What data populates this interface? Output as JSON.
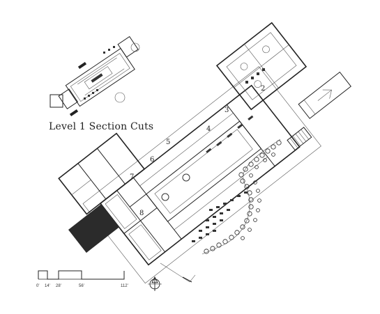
{
  "title": "Level 1 Section Cuts",
  "room_labels": [
    {
      "id": "room-2",
      "text": "2"
    },
    {
      "id": "room-3",
      "text": "3"
    },
    {
      "id": "room-4",
      "text": "4"
    },
    {
      "id": "room-5",
      "text": "5"
    },
    {
      "id": "room-6",
      "text": "6"
    },
    {
      "id": "room-7",
      "text": "7"
    },
    {
      "id": "room-8",
      "text": "8"
    }
  ],
  "scale_bar": {
    "labels": [
      "0'",
      "14'",
      "28'",
      "56'",
      "112'"
    ]
  },
  "colors": {
    "linework": "#222222",
    "dark_fill": "#2b2b2b",
    "background": "#ffffff"
  }
}
